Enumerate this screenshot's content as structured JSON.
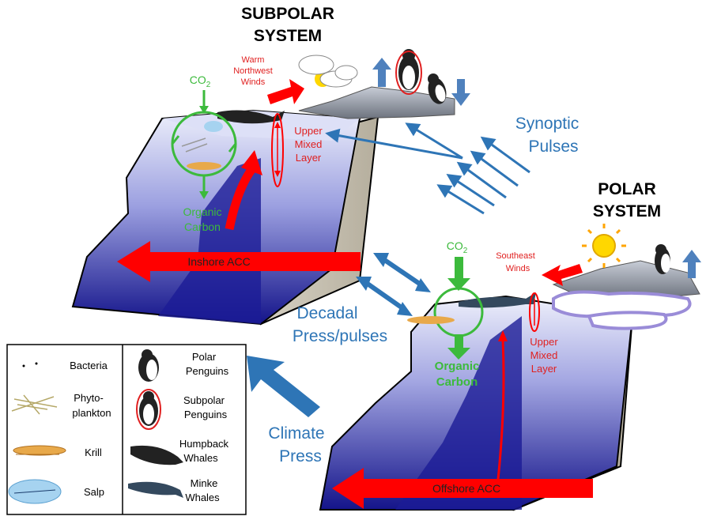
{
  "titles": {
    "subpolar": [
      "SUBPOLAR",
      "SYSTEM"
    ],
    "polar": [
      "POLAR",
      "SYSTEM"
    ]
  },
  "labels": {
    "synoptic": [
      "Synoptic",
      "Pulses"
    ],
    "decadal": [
      "Decadal",
      "Press/pulses"
    ],
    "climate": [
      "Climate",
      "Press"
    ],
    "warm_winds": [
      "Warm",
      "Northwest",
      "Winds"
    ],
    "southeast_winds": [
      "Southeast",
      "Winds"
    ],
    "upper_mixed_left": [
      "Upper",
      "Mixed",
      "Layer"
    ],
    "upper_mixed_right": [
      "Upper",
      "Mixed",
      "Layer"
    ],
    "co2_left": "CO",
    "co2_right": "CO",
    "co2_sub": "2",
    "organic_left": [
      "Organic",
      "Carbon"
    ],
    "organic_right": [
      "Organic",
      "Carbon"
    ],
    "inshore_acc": "Inshore ACC",
    "offshore_acc": "Offshore ACC"
  },
  "legend": {
    "left": [
      {
        "label": [
          "Bacteria"
        ],
        "icon": "bacteria-icon"
      },
      {
        "label": [
          "Phyto-",
          "plankton"
        ],
        "icon": "phytoplankton-icon"
      },
      {
        "label": [
          "Krill"
        ],
        "icon": "krill-icon"
      },
      {
        "label": [
          "Salp"
        ],
        "icon": "salp-icon"
      }
    ],
    "right": [
      {
        "label": [
          "Polar",
          "Penguins"
        ],
        "icon": "polar-penguin-icon"
      },
      {
        "label": [
          "Subpolar",
          "Penguins"
        ],
        "icon": "subpolar-penguin-icon"
      },
      {
        "label": [
          "Humpback",
          "Whales"
        ],
        "icon": "humpback-whale-icon"
      },
      {
        "label": [
          "Minke",
          "Whales"
        ],
        "icon": "minke-whale-icon"
      }
    ]
  },
  "colors": {
    "blue_arrow": "#2e75b6",
    "red_arrow": "#ff0000",
    "green": "#3cba3c",
    "water_dark": "#1a1a8c",
    "water_light": "#c8c8f0",
    "cliff": "#c9c3b3",
    "sun": "#ffd700"
  }
}
